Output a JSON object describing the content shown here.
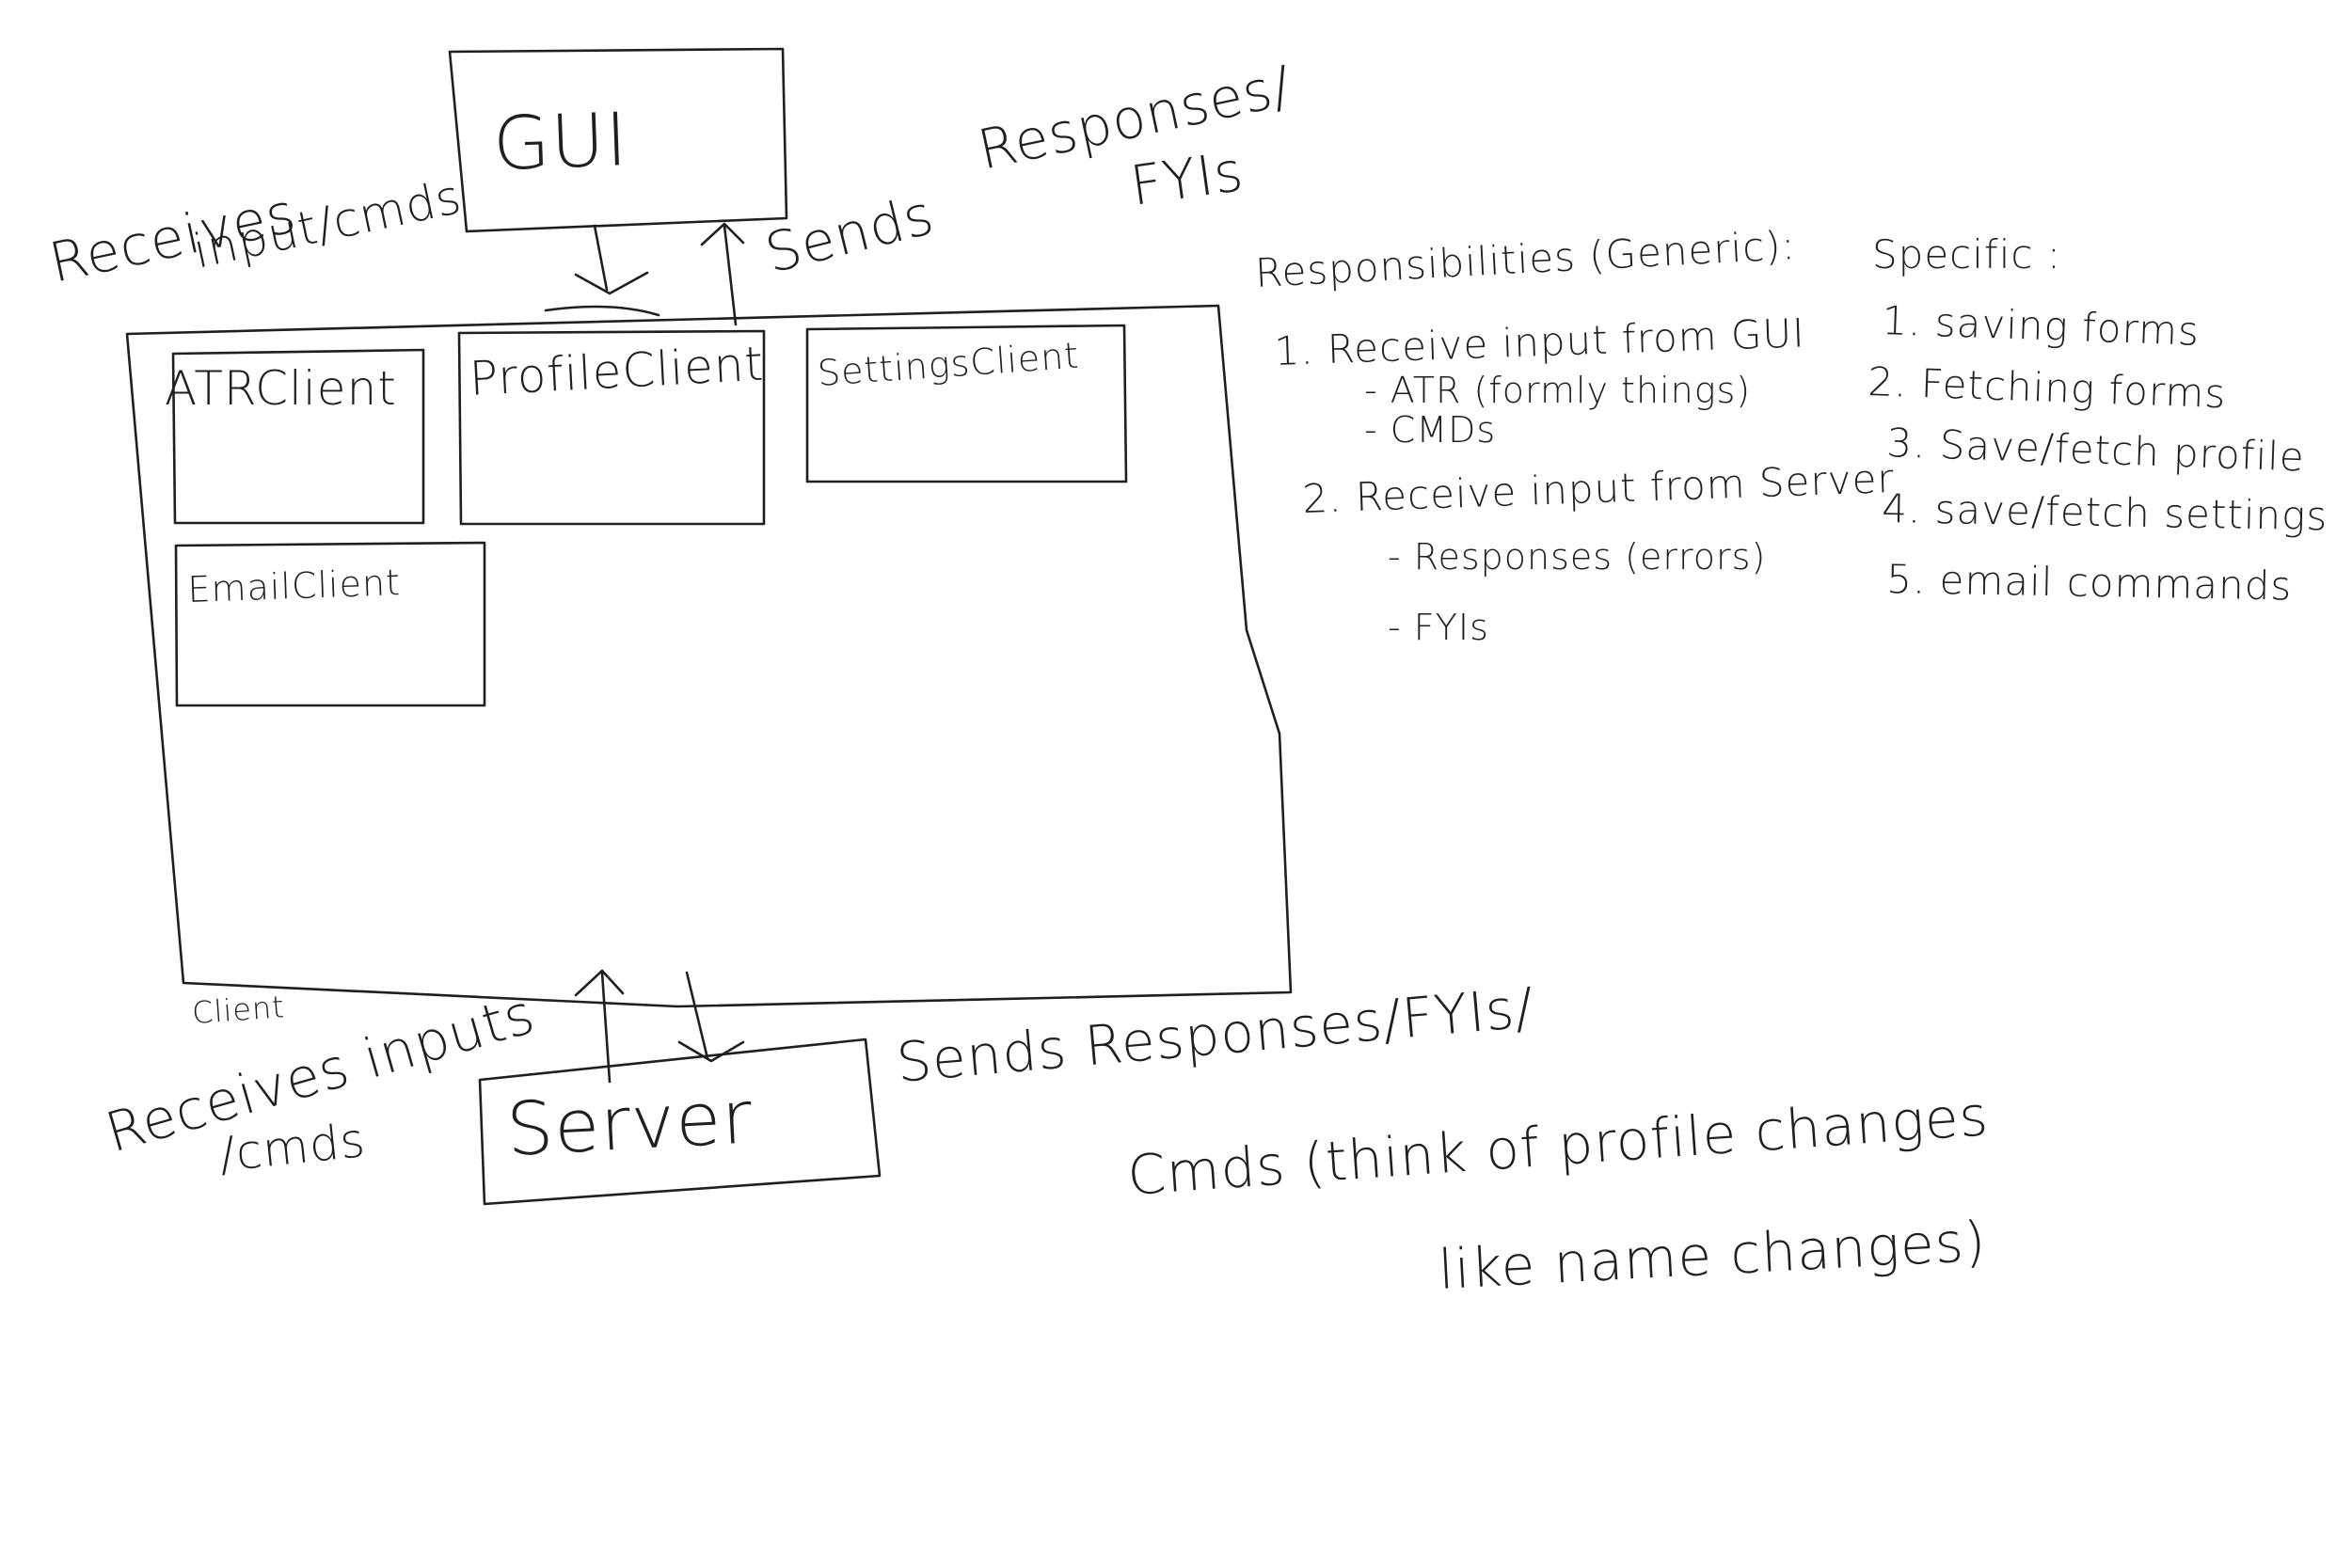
{
  "gui": {
    "label": "GUI"
  },
  "client": {
    "label": "Client",
    "modules": {
      "atr": "ATRClient",
      "profile": "ProfileClient",
      "settings": "SettingsClient",
      "email": "EmailClient"
    }
  },
  "server": {
    "label": "Server"
  },
  "edges": {
    "gui_receives_line1": "Receives",
    "gui_receives_line2": "input/cmds",
    "gui_sends": "Sends",
    "gui_responses_line1": "Responses/",
    "gui_responses_line2": "FYIs",
    "server_receives_line1": "Receives inputs",
    "server_receives_line2": "/cmds",
    "server_sends_line1": "Sends Responses/FYIs/",
    "server_sends_line2": "Cmds (think of profile changes",
    "server_sends_line3": "like name changes)"
  },
  "responsibilities": {
    "generic_title": "Responsibilities (Generic):",
    "generic_1": "1. Receive input from GUI",
    "generic_1a": "- ATR (formly things)",
    "generic_1b": "- CMDs",
    "generic_2": "2. Receive input from Server",
    "generic_2a": "- Responses (errors)",
    "generic_2b": "- FYIs",
    "specific_title": "Specific :",
    "specific_1": "1. saving forms",
    "specific_2": "2. Fetching forms",
    "specific_3": "3. Save/fetch profile",
    "specific_4": "4. save/fetch settings",
    "specific_5": "5. email commands"
  }
}
